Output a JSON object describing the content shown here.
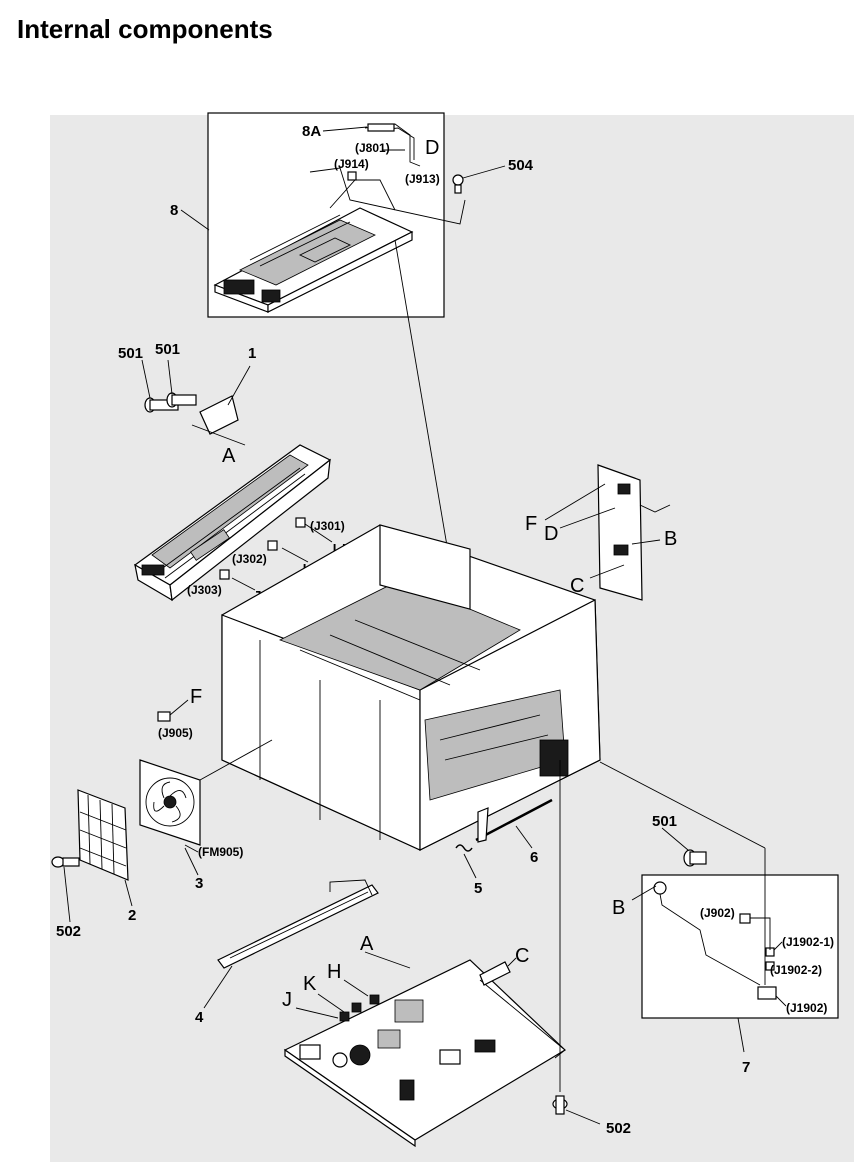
{
  "page": {
    "title": "Internal components"
  },
  "callouts": {
    "c_8A": "8A",
    "c_D1": "D",
    "c_J801": "(J801)",
    "c_J914": "(J914)",
    "c_J913": "(J913)",
    "c_504": "504",
    "c_8": "8",
    "c_501a": "501",
    "c_501b": "501",
    "c_1": "1",
    "c_A1": "A",
    "c_J301": "(J301)",
    "c_H1": "H",
    "c_J302": "(J302)",
    "c_K1": "K",
    "c_J303": "(J303)",
    "c_J1": "J",
    "c_F1": "F",
    "c_D2": "D",
    "c_B1": "B",
    "c_C1": "C",
    "c_F2": "F",
    "c_J905": "(J905)",
    "c_FM905": "(FM905)",
    "c_3": "3",
    "c_2": "2",
    "c_502a": "502",
    "c_5": "5",
    "c_6": "6",
    "c_4": "4",
    "c_A2": "A",
    "c_C2": "C",
    "c_H2": "H",
    "c_K2": "K",
    "c_J2": "J",
    "c_501c": "501",
    "c_B2": "B",
    "c_J902": "(J902)",
    "c_J1902_1": "(J1902-1)",
    "c_J1902_2": "(J1902-2)",
    "c_J1902": "(J1902)",
    "c_7": "7",
    "c_502b": "502"
  }
}
